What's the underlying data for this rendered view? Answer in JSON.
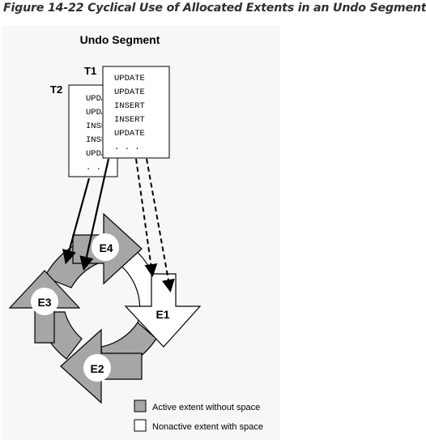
{
  "figure": {
    "caption": "Figure 14-22 Cyclical Use of Allocated Extents in an Undo Segment",
    "segment_title": "Undo Segment"
  },
  "transactions": [
    {
      "label": "T1",
      "lines": [
        "UPDATE",
        "UPDATE",
        "INSERT",
        "INSERT",
        "UPDATE",
        ". . ."
      ]
    },
    {
      "label": "T2",
      "lines": [
        "UPDATE",
        "UPDATE",
        "INSERT",
        "INSERT",
        "UPDATE",
        ". . ."
      ]
    }
  ],
  "extents": [
    {
      "label": "E1",
      "state": "nonactive"
    },
    {
      "label": "E2",
      "state": "active"
    },
    {
      "label": "E3",
      "state": "active"
    },
    {
      "label": "E4",
      "state": "active"
    }
  ],
  "legend": [
    {
      "label": "Active extent without space",
      "color": "#a6a6a6"
    },
    {
      "label": "Nonactive extent with space",
      "color": "#ffffff"
    }
  ],
  "colors": {
    "active": "#a6a6a6",
    "nonactive": "#ffffff",
    "stroke": "#000000"
  }
}
